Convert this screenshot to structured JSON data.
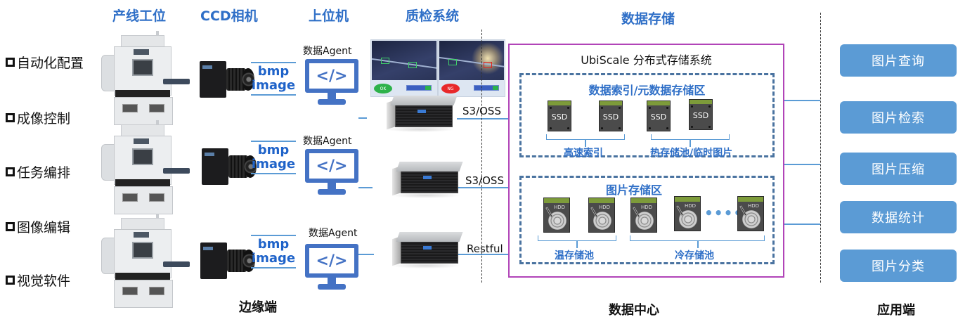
{
  "columns": {
    "production_station": "产线工位",
    "ccd_camera": "CCD相机",
    "host_computer": "上位机",
    "qc_system": "质检系统",
    "data_storage": "数据存储"
  },
  "features": [
    "自动化配置",
    "成像控制",
    "任务编排",
    "图像编辑",
    "视觉软件"
  ],
  "edge": {
    "rows": [
      {
        "transfer_label_line1": "bmp",
        "transfer_label_line2": "image",
        "agent_label": "数据Agent"
      },
      {
        "transfer_label_line1": "bmp",
        "transfer_label_line2": "image",
        "agent_label": "数据Agent"
      },
      {
        "transfer_label_line1": "bmp",
        "transfer_label_line2": "image",
        "agent_label": "数据Agent"
      }
    ],
    "monitor_glyph": "</>",
    "section_label": "边缘端"
  },
  "qc": {
    "results": [
      {
        "status": "OK",
        "color": "#2db24a"
      },
      {
        "status": "NG",
        "color": "#e8282a"
      }
    ]
  },
  "servers": [
    {
      "protocol": "S3/OSS"
    },
    {
      "protocol": "S3/OSS"
    },
    {
      "protocol": "Restful"
    }
  ],
  "storage": {
    "title": "UbiScale 分布式存储系统",
    "index_zone": {
      "title": "数据索引/元数据存储区",
      "drive_label": "SSD",
      "groups": [
        {
          "label": "高速索引",
          "drive_count": 2
        },
        {
          "label": "热存储池/临时图片",
          "drive_count": 2
        }
      ]
    },
    "image_zone": {
      "title": "图片存储区",
      "drive_label": "HDD",
      "groups": [
        {
          "label": "温存储池",
          "drive_count": 2
        },
        {
          "label": "冷存储池",
          "drive_count": 3
        }
      ],
      "ellipsis": "••••••"
    },
    "section_label": "数据中心"
  },
  "applications": {
    "buttons": [
      "图片查询",
      "图片检索",
      "图片压缩",
      "数据统计",
      "图片分类"
    ],
    "section_label": "应用端"
  },
  "colors": {
    "title_blue": "#2f6fc7",
    "connector_blue": "#5b9bd5",
    "monitor_blue": "#4472c4",
    "storage_border": "#b144b8",
    "zone_border": "#4a73a0",
    "button_bg": "#5b9bd5"
  }
}
